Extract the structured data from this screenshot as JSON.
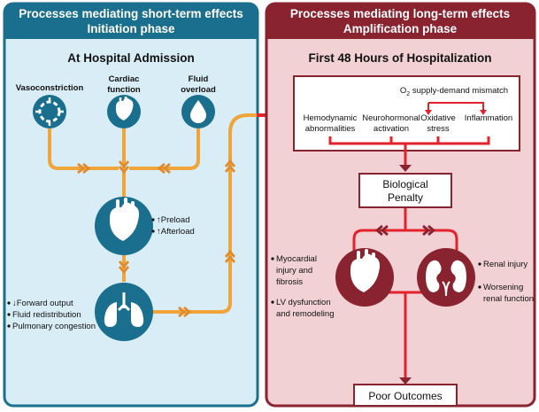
{
  "left_panel": {
    "title_line1": "Processes mediating short-term effects",
    "title_line2": "Initiation phase",
    "subtitle": "At Hospital Admission",
    "factors": {
      "vasoconstriction": "Vasoconstriction",
      "cardiac_line1": "Cardiac",
      "cardiac_line2": "function",
      "fluid_line1": "Fluid",
      "fluid_line2": "overload"
    },
    "heart_effects": [
      "↑Preload",
      "↑Afterload"
    ],
    "lung_effects": [
      "↓Forward output",
      "Fluid redistribution",
      "Pulmonary congestion"
    ]
  },
  "right_panel": {
    "title_line1": "Processes mediating long-term effects",
    "title_line2": "Amplification phase",
    "subtitle": "First 48 Hours of Hospitalization",
    "mechanisms": {
      "o2_prefix": "O",
      "o2_sub": "2",
      "o2_suffix": " supply-demand mismatch",
      "hemo_line1": "Hemodynamic",
      "hemo_line2": "abnormalities",
      "neuro_line1": "Neurohormonal",
      "neuro_line2": "activation",
      "ox_line1": "Oxidative",
      "ox_line2": "stress",
      "inflammation": "Inflammation"
    },
    "penalty_line1": "Biological",
    "penalty_line2": "Penalty",
    "cardiac_effects": [
      "Myocardial",
      "injury and",
      "fibrosis",
      "LV dysfunction",
      "and remodeling"
    ],
    "renal_effects": [
      "Renal injury",
      "Worsening",
      "renal function"
    ],
    "outcome": "Poor Outcomes"
  },
  "colors": {
    "teal": "#1b6f8e",
    "teal_light": "#d7ecf5",
    "maroon": "#8a2330",
    "pink_light": "#f1d1d4",
    "orange": "#f0a53a",
    "red": "#e3222b"
  }
}
